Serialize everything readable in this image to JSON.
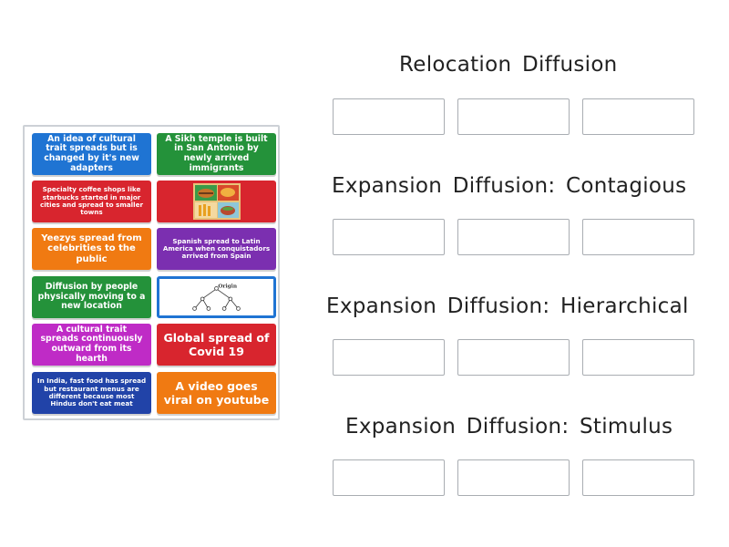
{
  "tiles": [
    {
      "text": "An idea of cultural trait spreads but is changed by it's new adapters"
    },
    {
      "text": "A Sikh temple is built in San Antonio by newly arrived immigrants"
    },
    {
      "text": "Specialty coffee shops like starbucks started in major cities and spread to smaller towns"
    },
    {
      "image": "fast-food-photo"
    },
    {
      "text": "Yeezys spread from celebrities to the public"
    },
    {
      "text": "Spanish spread to Latin America when conquistadors arrived from Spain"
    },
    {
      "text": "Diffusion by people physically moving to a new location"
    },
    {
      "image": "hierarchical-diagram",
      "label": "Origin"
    },
    {
      "text": "A cultural trait spreads continuously outward from its hearth"
    },
    {
      "text": "Global spread of Covid 19"
    },
    {
      "text": "In India, fast food has spread but restaurant menus are different because most Hindus don't eat meat"
    },
    {
      "text": "A video goes viral on youtube"
    }
  ],
  "categories": [
    {
      "title": "Relocation Diffusion"
    },
    {
      "title": "Expansion Diffusion: Contagious"
    },
    {
      "title": "Expansion Diffusion: Hierarchical"
    },
    {
      "title": "Expansion Diffusion: Stimulus"
    }
  ],
  "colors": {
    "blue": "#1f74d3",
    "green": "#24923a",
    "red": "#d8252e",
    "orange": "#f07a12",
    "purple": "#7b2fb0",
    "magenta": "#bf2bc6",
    "navy": "#2143a8"
  }
}
